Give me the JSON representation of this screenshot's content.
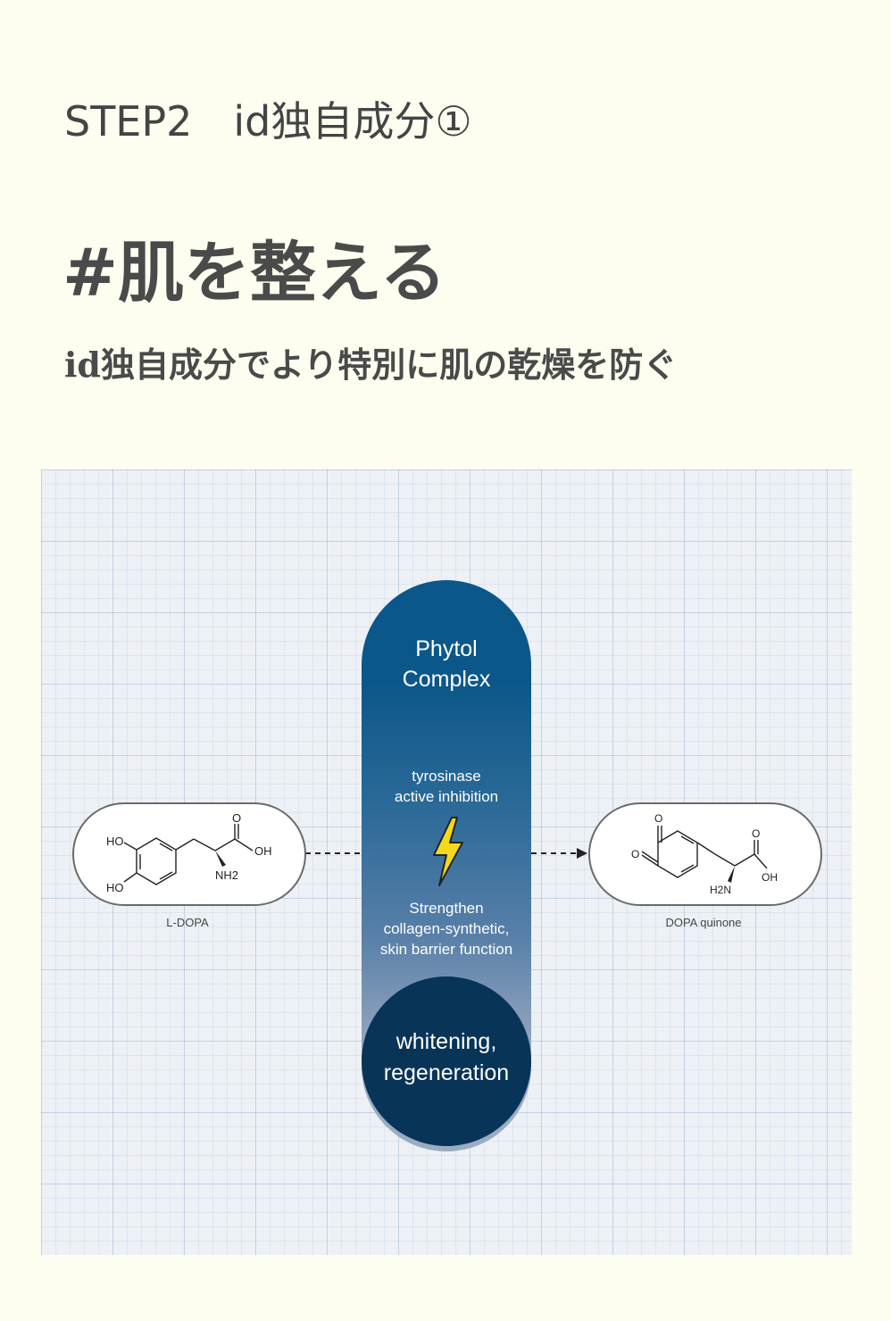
{
  "header": {
    "step_title": "STEP2　id独自成分①",
    "headline": "#肌を整える",
    "subline": "id独自成分でより特別に肌の乾燥を防ぐ"
  },
  "diagram": {
    "pill_title_line1": "Phytol",
    "pill_title_line2": "Complex",
    "inhibition_line1": "tyrosinase",
    "inhibition_line2": "active inhibition",
    "strengthen_line1": "Strengthen",
    "strengthen_line2": "collagen-synthetic,",
    "strengthen_line3": "skin barrier function",
    "result_line1": "whitening,",
    "result_line2": "regeneration",
    "left_molecule": {
      "label": "L-DOPA",
      "atoms": {
        "ho_top": "HO",
        "ho_bottom": "HO",
        "o": "O",
        "oh": "OH",
        "nh2": "NH2"
      }
    },
    "right_molecule": {
      "label": "DOPA quinone",
      "atoms": {
        "o_top": "O",
        "o_left": "O",
        "o": "O",
        "oh": "OH",
        "h2n": "H2N"
      }
    },
    "colors": {
      "pill_top": "#0c5789",
      "pill_bottom_circle": "#083458",
      "bolt": "#f3d81c",
      "grid_bg": "#edf1f6"
    },
    "bolt_icon": "lightning-icon"
  }
}
